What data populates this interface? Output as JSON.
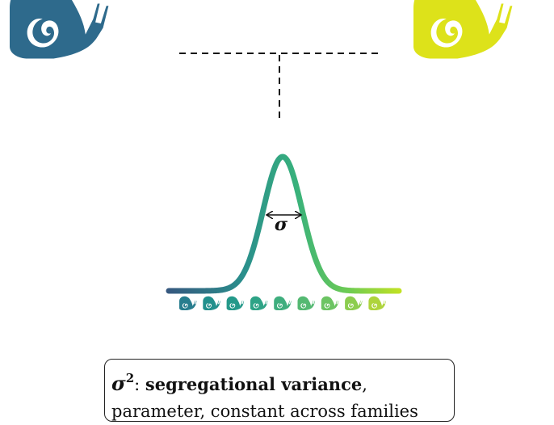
{
  "colors": {
    "parent_left": "#2e6a8c",
    "parent_right": "#dde21a",
    "gradient_stops": [
      "#36577f",
      "#2a8f8c",
      "#38b17c",
      "#6fcc52",
      "#c3e223"
    ],
    "offspring": [
      "#277d8e",
      "#21908d",
      "#24998a",
      "#2ea386",
      "#3fae7e",
      "#54b972",
      "#6cc463",
      "#8ccd4f",
      "#aed43b"
    ]
  },
  "icons": {
    "parent_left": "snail-icon",
    "parent_right": "snail-icon",
    "offspring": "snail-icon"
  },
  "curve": {
    "sigma_label": "σ"
  },
  "caption": {
    "symbol": "σ",
    "exponent": "2",
    "colon": ":",
    "term": "segregational variance",
    "comma": ",",
    "description": "parameter, constant across families"
  }
}
